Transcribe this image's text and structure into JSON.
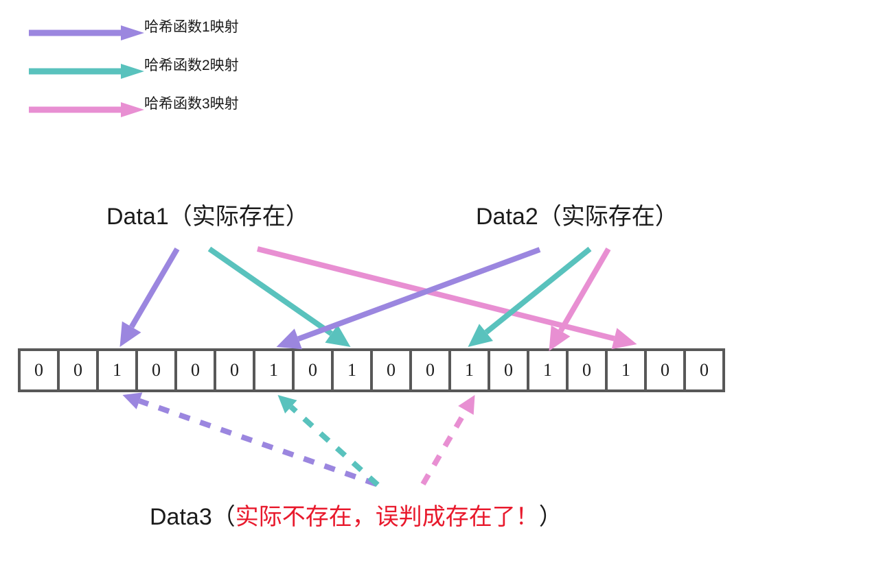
{
  "diagram": {
    "title_semantic": "bloom-filter-false-positive-illustration",
    "background": "#ffffff"
  },
  "colors": {
    "hash1": "#9b86df",
    "hash2": "#59c2bd",
    "hash3": "#e88fd2",
    "cell_border": "#585858",
    "text": "#1b1b1b",
    "warning": "#e8192c"
  },
  "legend": {
    "items": [
      {
        "label": "哈希函数1映射",
        "color": "#9b86df",
        "icon": "right-arrow-icon"
      },
      {
        "label": "哈希函数2映射",
        "color": "#59c2bd",
        "icon": "right-arrow-icon"
      },
      {
        "label": "哈希函数3映射",
        "color": "#e88fd2",
        "icon": "right-arrow-icon"
      }
    ]
  },
  "data_labels": {
    "data1": "Data1（实际存在）",
    "data2": "Data2（实际存在）",
    "data3_prefix": "Data3（",
    "data3_warning": "实际不存在，误判成存在了！",
    "data3_suffix": "）"
  },
  "bit_array": {
    "length": 18,
    "bits": [
      "0",
      "0",
      "1",
      "0",
      "0",
      "0",
      "1",
      "0",
      "1",
      "0",
      "0",
      "1",
      "0",
      "1",
      "0",
      "1",
      "0",
      "0"
    ]
  },
  "chart_data": {
    "type": "diagram",
    "title": "Bloom filter false positive",
    "bit_array": [
      "0",
      "0",
      "1",
      "0",
      "0",
      "0",
      "1",
      "0",
      "1",
      "0",
      "0",
      "1",
      "0",
      "1",
      "0",
      "1",
      "0",
      "0"
    ],
    "mappings": [
      {
        "source": "Data1",
        "hash": "哈希函数1映射",
        "color": "#9b86df",
        "target_index": 2,
        "style": "solid"
      },
      {
        "source": "Data1",
        "hash": "哈希函数2映射",
        "color": "#59c2bd",
        "target_index": 8,
        "style": "solid"
      },
      {
        "source": "Data1",
        "hash": "哈希函数3映射",
        "color": "#e88fd2",
        "target_index": 15,
        "style": "solid"
      },
      {
        "source": "Data2",
        "hash": "哈希函数1映射",
        "color": "#9b86df",
        "target_index": 6,
        "style": "solid"
      },
      {
        "source": "Data2",
        "hash": "哈希函数2映射",
        "color": "#59c2bd",
        "target_index": 11,
        "style": "solid"
      },
      {
        "source": "Data2",
        "hash": "哈希函数3映射",
        "color": "#e88fd2",
        "target_index": 13,
        "style": "solid"
      },
      {
        "source": "Data3",
        "hash": "哈希函数1映射",
        "color": "#9b86df",
        "target_index": 2,
        "style": "dashed"
      },
      {
        "source": "Data3",
        "hash": "哈希函数2映射",
        "color": "#59c2bd",
        "target_index": 6,
        "style": "dashed"
      },
      {
        "source": "Data3",
        "hash": "哈希函数3映射",
        "color": "#e88fd2",
        "target_index": 11,
        "style": "dashed"
      }
    ]
  }
}
